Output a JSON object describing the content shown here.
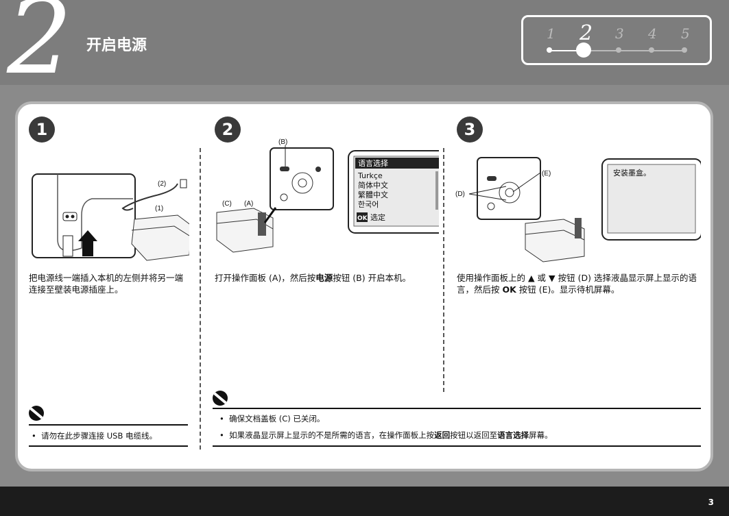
{
  "header": {
    "step_number": "2",
    "title": "开启电源",
    "progress": {
      "steps": [
        "1",
        "2",
        "3",
        "4",
        "5"
      ],
      "current": 2
    }
  },
  "panels": [
    {
      "number": "1",
      "text_parts": [
        "把电源线一端插入本机的左侧并将另一端连接至壁装电源插座上。"
      ],
      "labels": {
        "l2": "(2)",
        "l1": "(1)"
      }
    },
    {
      "number": "2",
      "text_parts": [
        "打开操作面板 (A)，然后按",
        "电源",
        "按钮 (B) 开启本机。"
      ],
      "labels": {
        "b": "(B)",
        "c": "(C)",
        "a": "(A)"
      },
      "lcd_title": "语言选择",
      "lcd_items": [
        "Turkçe",
        "简体中文",
        "繁體中文",
        "한국어"
      ],
      "lcd_ok": "OK",
      "lcd_select": "选定"
    },
    {
      "number": "3",
      "text_parts": [
        "使用操作面板上的 ▲ 或 ▼ 按钮 (D) 选择液晶显示屏上显示的语言，然后按 ",
        "OK",
        " 按钮 (E)。显示待机屏幕。"
      ],
      "labels": {
        "e": "(E)",
        "d": "(D)"
      },
      "lcd_message": "安装墨盒。"
    }
  ],
  "notes": {
    "left": [
      "请勿在此步骤连接 USB 电缆线。"
    ],
    "right_1": "确保文档盖板 (C) 已关闭。",
    "right_2_parts": [
      "如果液晶显示屏上显示的不是所需的语言，在操作面板上按",
      "返回",
      "按钮以返回至",
      "语言选择",
      "屏幕。"
    ]
  },
  "footer": {
    "page": "3"
  }
}
